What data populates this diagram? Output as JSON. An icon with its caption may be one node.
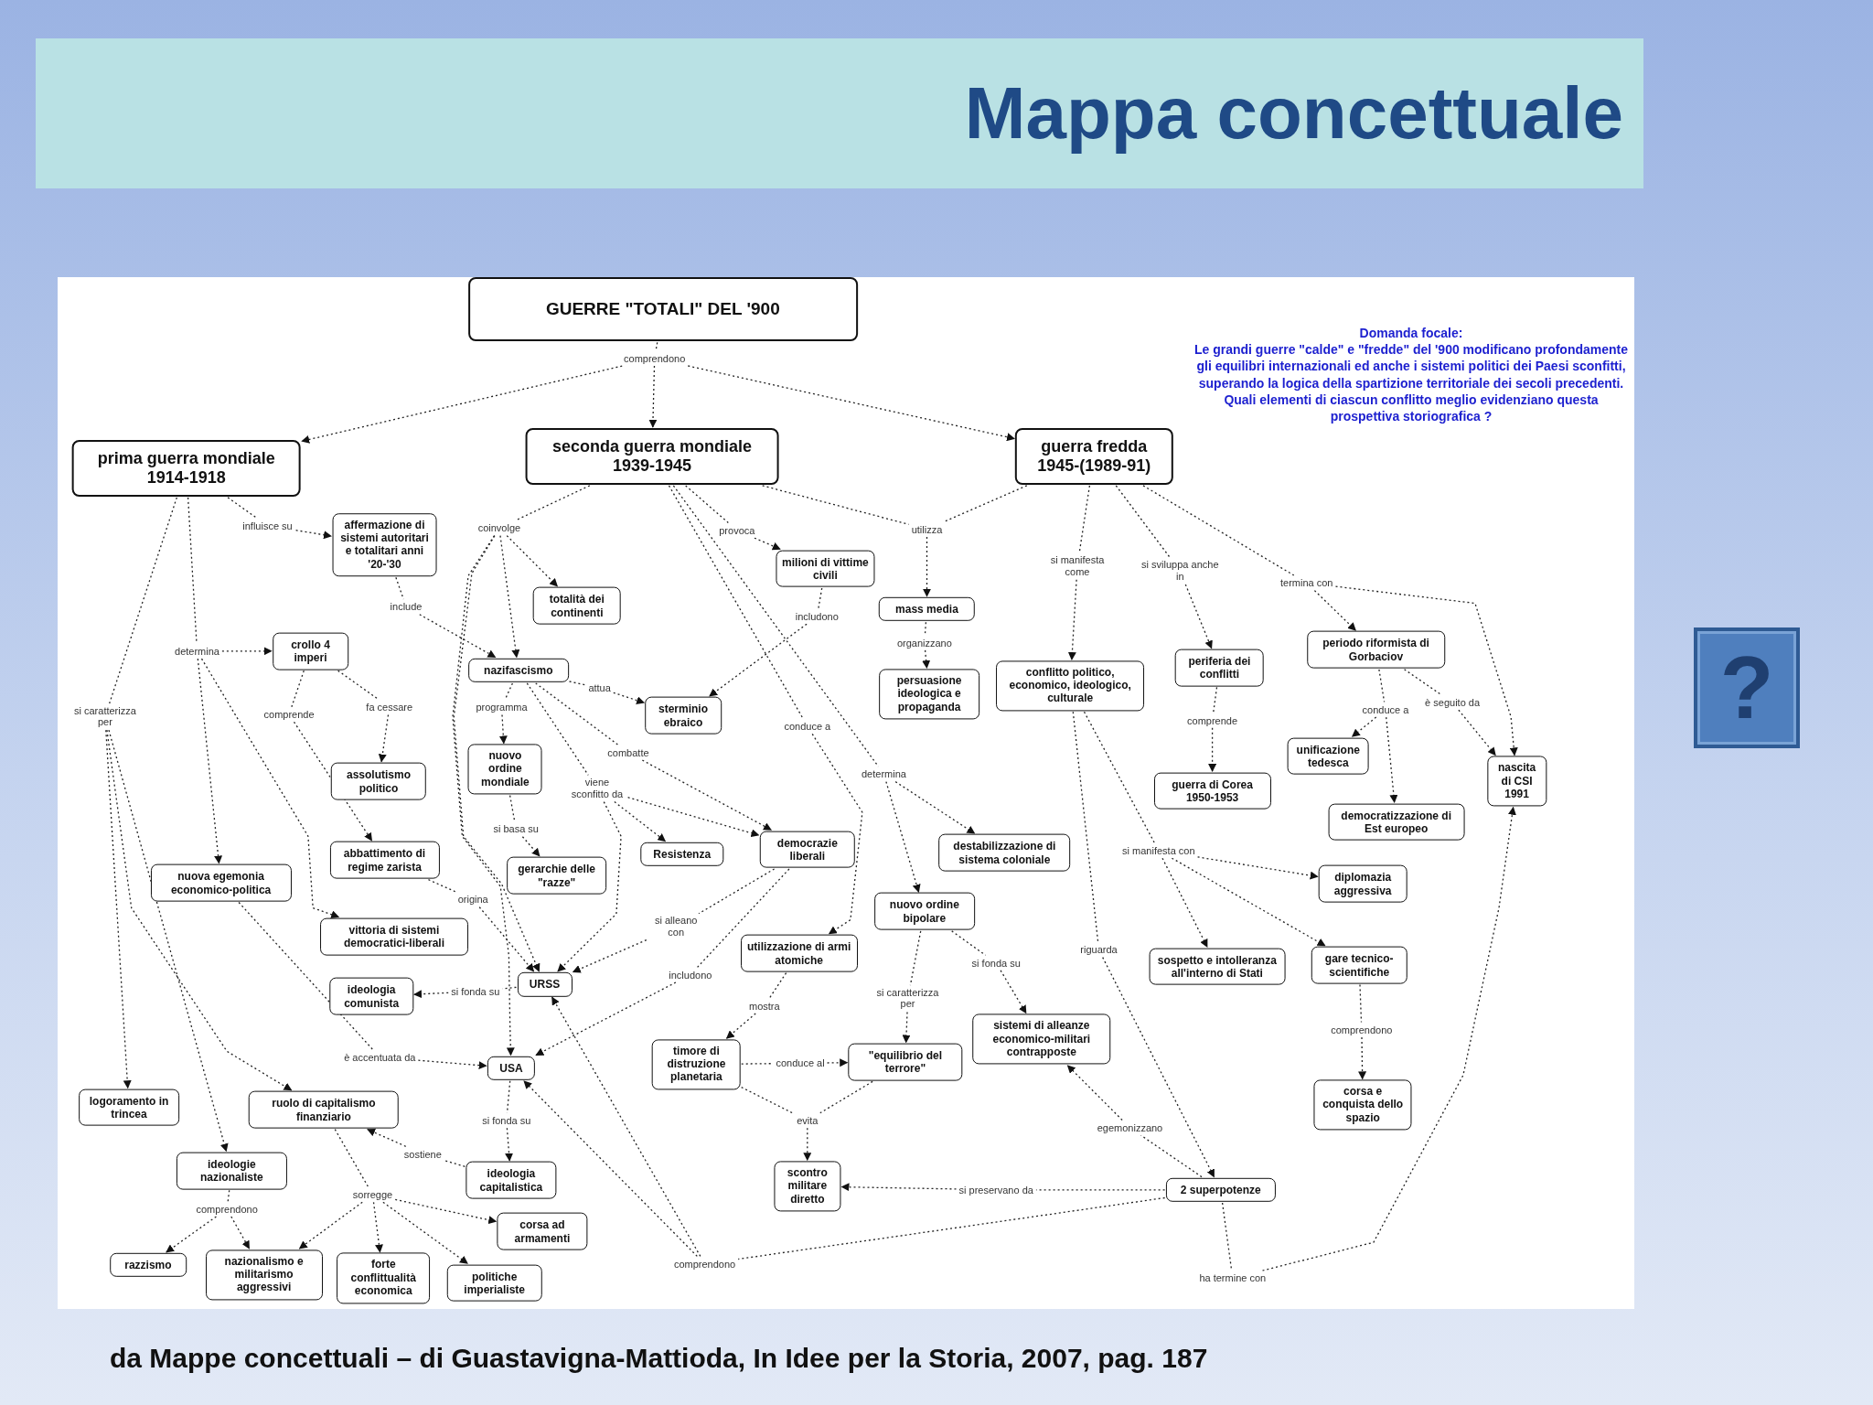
{
  "diagram": {
    "title": "Mappa concettuale",
    "caption": "da Mappe concettuali – di Guastavigna-Mattioda, In Idee per la Storia, 2007, pag. 187",
    "nodes": [
      {
        "text": [
          "GUERRE \"TOTALI\" DEL '900"
        ]
      },
      {
        "text": [
          "comprendono"
        ]
      },
      {
        "text": [
          "prima guerra mondiale 1914-1918"
        ]
      },
      {
        "text": [
          "seconda guerra mondiale 1939-1945"
        ]
      },
      {
        "text": [
          "guerra fredda 1945-(1989-91)"
        ]
      },
      {
        "text": [
          "influisce su"
        ]
      },
      {
        "text": [
          "affermazione di sistemi autoritari e totalitari anni '20-'30"
        ]
      },
      {
        "text": [
          "determina"
        ]
      },
      {
        "text": [
          "crollo 4 imperi"
        ]
      },
      {
        "text": [
          "comprende"
        ]
      },
      {
        "text": [
          "fa cessare"
        ]
      },
      {
        "text": [
          "assolutismo politico"
        ]
      },
      {
        "text": [
          "abbattimento di regime zarista"
        ]
      },
      {
        "text": [
          "nuova egemonia economico-politica"
        ]
      },
      {
        "text": [
          "vittoria di sistemi democratici-liberali"
        ]
      },
      {
        "text": [
          "si caratterizza per"
        ]
      },
      {
        "text": [
          "logoramento in trincea"
        ]
      },
      {
        "text": [
          "ruolo di capitalismo finanziario"
        ]
      },
      {
        "text": [
          "ideologie nazionaliste"
        ]
      },
      {
        "text": [
          "comprendono"
        ]
      },
      {
        "text": [
          "razzismo"
        ]
      },
      {
        "text": [
          "nazionalismo e militarismo aggressivi"
        ]
      },
      {
        "text": [
          "sorregge"
        ]
      },
      {
        "text": [
          "forte conflittualità economica"
        ]
      },
      {
        "text": [
          "politiche imperialiste"
        ]
      },
      {
        "text": [
          "corsa ad armamenti"
        ]
      },
      {
        "text": [
          "ideologia capitalistica"
        ]
      },
      {
        "text": [
          "sostiene"
        ]
      },
      {
        "text": [
          "si fonda su"
        ]
      },
      {
        "text": [
          "USA"
        ]
      },
      {
        "text": [
          "è accentuata da"
        ]
      },
      {
        "text": [
          "URSS"
        ]
      },
      {
        "text": [
          "si fonda su"
        ]
      },
      {
        "text": [
          "ideologia comunista"
        ]
      },
      {
        "text": [
          "origina"
        ]
      },
      {
        "text": [
          "coinvolge"
        ]
      },
      {
        "text": [
          "totalità dei continenti"
        ]
      },
      {
        "text": [
          "include"
        ]
      },
      {
        "text": [
          "nazifascismo"
        ]
      },
      {
        "text": [
          "programma"
        ]
      },
      {
        "text": [
          "nuovo ordine mondiale"
        ]
      },
      {
        "text": [
          "si basa su"
        ]
      },
      {
        "text": [
          "gerarchie delle \"razze\""
        ]
      },
      {
        "text": [
          "attua"
        ]
      },
      {
        "text": [
          "sterminio ebraico"
        ]
      },
      {
        "text": [
          "provoca"
        ]
      },
      {
        "text": [
          "milioni di vittime civili"
        ]
      },
      {
        "text": [
          "includono"
        ]
      },
      {
        "text": [
          "combatte"
        ]
      },
      {
        "text": [
          "viene sconfitto da"
        ]
      },
      {
        "text": [
          "Resistenza"
        ]
      },
      {
        "text": [
          "democrazie liberali"
        ]
      },
      {
        "text": [
          "conduce a"
        ]
      },
      {
        "text": [
          "determina"
        ]
      },
      {
        "text": [
          "destabilizzazione di sistema coloniale"
        ]
      },
      {
        "text": [
          "nuovo ordine bipolare"
        ]
      },
      {
        "text": [
          "si alleano con"
        ]
      },
      {
        "text": [
          "includono"
        ]
      },
      {
        "text": [
          "utilizzazione di armi atomiche"
        ]
      },
      {
        "text": [
          "mostra"
        ]
      },
      {
        "text": [
          "timore di distruzione planetaria"
        ]
      },
      {
        "text": [
          "conduce al"
        ]
      },
      {
        "text": [
          "\"equilibrio del terrore\""
        ]
      },
      {
        "text": [
          "si caratterizza per"
        ]
      },
      {
        "text": [
          "si fonda su"
        ]
      },
      {
        "text": [
          "sistemi di alleanze economico-militari contrapposte"
        ]
      },
      {
        "text": [
          "evita"
        ]
      },
      {
        "text": [
          "scontro militare diretto"
        ]
      },
      {
        "text": [
          "si preservano da"
        ]
      },
      {
        "text": [
          "2 superpotenze"
        ]
      },
      {
        "text": [
          "egemonizzano"
        ]
      },
      {
        "text": [
          "utilizza"
        ]
      },
      {
        "text": [
          "mass media"
        ]
      },
      {
        "text": [
          "organizzano"
        ]
      },
      {
        "text": [
          "persuasione ideologica e propaganda"
        ]
      },
      {
        "text": [
          "si manifesta come"
        ]
      },
      {
        "text": [
          "conflitto politico, economico, ideologico, culturale"
        ]
      },
      {
        "text": [
          "si manifesta con"
        ]
      },
      {
        "text": [
          "diplomazia aggressiva"
        ]
      },
      {
        "text": [
          "sospetto e intolleranza all'interno di Stati"
        ]
      },
      {
        "text": [
          "gare tecnico-scientifiche"
        ]
      },
      {
        "text": [
          "riguarda"
        ]
      },
      {
        "text": [
          "si sviluppa anche in"
        ]
      },
      {
        "text": [
          "periferia dei conflitti"
        ]
      },
      {
        "text": [
          "comprende"
        ]
      },
      {
        "text": [
          "guerra di Corea 1950-1953"
        ]
      },
      {
        "text": [
          "termina con"
        ]
      },
      {
        "text": [
          "periodo riformista di Gorbaciov"
        ]
      },
      {
        "text": [
          "conduce a"
        ]
      },
      {
        "text": [
          "unificazione tedesca"
        ]
      },
      {
        "text": [
          "democratizzazione di Est europeo"
        ]
      },
      {
        "text": [
          "è seguito da"
        ]
      },
      {
        "text": [
          "nascita di CSI 1991"
        ]
      },
      {
        "text": [
          "comprendono"
        ]
      },
      {
        "text": [
          "ha termine con"
        ]
      },
      {
        "text": [
          "comprendono"
        ]
      },
      {
        "text": [
          "corsa e conquista dello spazio"
        ]
      }
    ],
    "edges": [
      {
        "from": 0,
        "to": 1,
        "arrow": "none"
      },
      {
        "from": 1,
        "to": 2,
        "arrow": "to"
      },
      {
        "from": 1,
        "to": 3,
        "arrow": "to"
      },
      {
        "from": 1,
        "to": 4,
        "arrow": "to"
      },
      {
        "from": 2,
        "to": 5,
        "arrow": "none"
      },
      {
        "from": 5,
        "to": 6,
        "arrow": "to"
      },
      {
        "from": 2,
        "to": 7,
        "arrow": "none"
      },
      {
        "from": 7,
        "to": 8,
        "arrow": "to"
      },
      {
        "from": 7,
        "to": 13,
        "arrow": "to"
      },
      {
        "from": 7,
        "to": 14,
        "arrow": "to"
      },
      {
        "from": 8,
        "to": 9,
        "arrow": "none"
      },
      {
        "from": 9,
        "to": 12,
        "arrow": "to"
      },
      {
        "from": 8,
        "to": 10,
        "arrow": "none"
      },
      {
        "from": 10,
        "to": 11,
        "arrow": "to"
      },
      {
        "from": 2,
        "to": 15,
        "arrow": "none"
      },
      {
        "from": 15,
        "to": 16,
        "arrow": "to"
      },
      {
        "from": 15,
        "to": 18,
        "arrow": "to"
      },
      {
        "from": 15,
        "to": 17,
        "arrow": "to"
      },
      {
        "from": 18,
        "to": 19,
        "arrow": "none"
      },
      {
        "from": 19,
        "to": 20,
        "arrow": "to"
      },
      {
        "from": 19,
        "to": 21,
        "arrow": "to"
      },
      {
        "from": 17,
        "to": 22,
        "arrow": "none"
      },
      {
        "from": 22,
        "to": 21,
        "arrow": "to"
      },
      {
        "from": 22,
        "to": 23,
        "arrow": "to"
      },
      {
        "from": 22,
        "to": 24,
        "arrow": "to"
      },
      {
        "from": 22,
        "to": 25,
        "arrow": "to"
      },
      {
        "from": 26,
        "to": 27,
        "arrow": "none"
      },
      {
        "from": 27,
        "to": 17,
        "arrow": "to"
      },
      {
        "from": 29,
        "to": 28,
        "arrow": "none"
      },
      {
        "from": 28,
        "to": 26,
        "arrow": "to"
      },
      {
        "from": 13,
        "to": 30,
        "arrow": "none"
      },
      {
        "from": 30,
        "to": 29,
        "arrow": "to"
      },
      {
        "from": 31,
        "to": 32,
        "arrow": "none"
      },
      {
        "from": 32,
        "to": 33,
        "arrow": "to"
      },
      {
        "from": 12,
        "to": 34,
        "arrow": "none"
      },
      {
        "from": 34,
        "to": 31,
        "arrow": "to"
      },
      {
        "from": 3,
        "to": 35,
        "arrow": "none"
      },
      {
        "from": 35,
        "to": 38,
        "arrow": "to"
      },
      {
        "from": 35,
        "to": 36,
        "arrow": "to"
      },
      {
        "from": 35,
        "to": 31,
        "arrow": "to"
      },
      {
        "from": 35,
        "to": 29,
        "arrow": "to"
      },
      {
        "from": 6,
        "to": 37,
        "arrow": "none"
      },
      {
        "from": 37,
        "to": 38,
        "arrow": "to"
      },
      {
        "from": 38,
        "to": 39,
        "arrow": "none"
      },
      {
        "from": 39,
        "to": 40,
        "arrow": "to"
      },
      {
        "from": 40,
        "to": 41,
        "arrow": "none"
      },
      {
        "from": 41,
        "to": 42,
        "arrow": "to"
      },
      {
        "from": 38,
        "to": 43,
        "arrow": "none"
      },
      {
        "from": 43,
        "to": 44,
        "arrow": "to"
      },
      {
        "from": 3,
        "to": 45,
        "arrow": "none"
      },
      {
        "from": 45,
        "to": 46,
        "arrow": "to"
      },
      {
        "from": 46,
        "to": 47,
        "arrow": "none"
      },
      {
        "from": 47,
        "to": 44,
        "arrow": "to"
      },
      {
        "from": 38,
        "to": 48,
        "arrow": "none"
      },
      {
        "from": 48,
        "to": 51,
        "arrow": "to"
      },
      {
        "from": 38,
        "to": 49,
        "arrow": "none"
      },
      {
        "from": 49,
        "to": 50,
        "arrow": "to"
      },
      {
        "from": 49,
        "to": 51,
        "arrow": "to"
      },
      {
        "from": 49,
        "to": 31,
        "arrow": "to"
      },
      {
        "from": 3,
        "to": 52,
        "arrow": "none"
      },
      {
        "from": 52,
        "to": 58,
        "arrow": "to"
      },
      {
        "from": 3,
        "to": 53,
        "arrow": "none"
      },
      {
        "from": 53,
        "to": 55,
        "arrow": "to"
      },
      {
        "from": 53,
        "to": 54,
        "arrow": "to"
      },
      {
        "from": 51,
        "to": 56,
        "arrow": "none"
      },
      {
        "from": 56,
        "to": 31,
        "arrow": "to"
      },
      {
        "from": 51,
        "to": 57,
        "arrow": "none"
      },
      {
        "from": 57,
        "to": 29,
        "arrow": "to"
      },
      {
        "from": 58,
        "to": 59,
        "arrow": "none"
      },
      {
        "from": 59,
        "to": 60,
        "arrow": "to"
      },
      {
        "from": 60,
        "to": 61,
        "arrow": "none"
      },
      {
        "from": 61,
        "to": 62,
        "arrow": "to"
      },
      {
        "from": 55,
        "to": 63,
        "arrow": "none"
      },
      {
        "from": 63,
        "to": 62,
        "arrow": "to"
      },
      {
        "from": 55,
        "to": 64,
        "arrow": "none"
      },
      {
        "from": 64,
        "to": 65,
        "arrow": "to"
      },
      {
        "from": 60,
        "to": 66,
        "arrow": "none"
      },
      {
        "from": 62,
        "to": 66,
        "arrow": "none"
      },
      {
        "from": 66,
        "to": 67,
        "arrow": "to"
      },
      {
        "from": 69,
        "to": 68,
        "arrow": "none"
      },
      {
        "from": 68,
        "to": 67,
        "arrow": "to"
      },
      {
        "from": 69,
        "to": 70,
        "arrow": "none"
      },
      {
        "from": 70,
        "to": 65,
        "arrow": "to"
      },
      {
        "from": 4,
        "to": 71,
        "arrow": "none"
      },
      {
        "from": 3,
        "to": 71,
        "arrow": "none"
      },
      {
        "from": 71,
        "to": 72,
        "arrow": "to"
      },
      {
        "from": 72,
        "to": 73,
        "arrow": "none"
      },
      {
        "from": 73,
        "to": 74,
        "arrow": "to"
      },
      {
        "from": 4,
        "to": 75,
        "arrow": "none"
      },
      {
        "from": 75,
        "to": 76,
        "arrow": "to"
      },
      {
        "from": 76,
        "to": 77,
        "arrow": "none"
      },
      {
        "from": 77,
        "to": 78,
        "arrow": "to"
      },
      {
        "from": 77,
        "to": 79,
        "arrow": "to"
      },
      {
        "from": 77,
        "to": 80,
        "arrow": "to"
      },
      {
        "from": 76,
        "to": 81,
        "arrow": "none"
      },
      {
        "from": 81,
        "to": 69,
        "arrow": "to"
      },
      {
        "from": 4,
        "to": 82,
        "arrow": "none"
      },
      {
        "from": 82,
        "to": 83,
        "arrow": "to"
      },
      {
        "from": 83,
        "to": 84,
        "arrow": "none"
      },
      {
        "from": 84,
        "to": 85,
        "arrow": "to"
      },
      {
        "from": 4,
        "to": 86,
        "arrow": "none"
      },
      {
        "from": 86,
        "to": 87,
        "arrow": "to"
      },
      {
        "from": 86,
        "to": 92,
        "arrow": "to"
      },
      {
        "from": 87,
        "to": 88,
        "arrow": "none"
      },
      {
        "from": 88,
        "to": 89,
        "arrow": "to"
      },
      {
        "from": 88,
        "to": 90,
        "arrow": "to"
      },
      {
        "from": 87,
        "to": 91,
        "arrow": "none"
      },
      {
        "from": 91,
        "to": 92,
        "arrow": "to"
      },
      {
        "from": 69,
        "to": 93,
        "arrow": "none"
      },
      {
        "from": 93,
        "to": 31,
        "arrow": "to"
      },
      {
        "from": 93,
        "to": 29,
        "arrow": "to"
      },
      {
        "from": 69,
        "to": 94,
        "arrow": "none"
      },
      {
        "from": 94,
        "to": 92,
        "arrow": "to"
      },
      {
        "from": 80,
        "to": 95,
        "arrow": "none"
      },
      {
        "from": 95,
        "to": 96,
        "arrow": "to"
      }
    ],
    "labels": [
      "Domanda focale:",
      "Le grandi guerre \"calde\" e \"fredde\" del '900 modificano profondamente gli equilibri internazionali ed anche i sistemi politici dei Paesi sconfitti, superando la logica della spartizione territoriale dei secoli precedenti. Quali elementi di ciascun conflitto meglio evidenziano questa prospettiva storiografica ?",
      "?"
    ]
  }
}
